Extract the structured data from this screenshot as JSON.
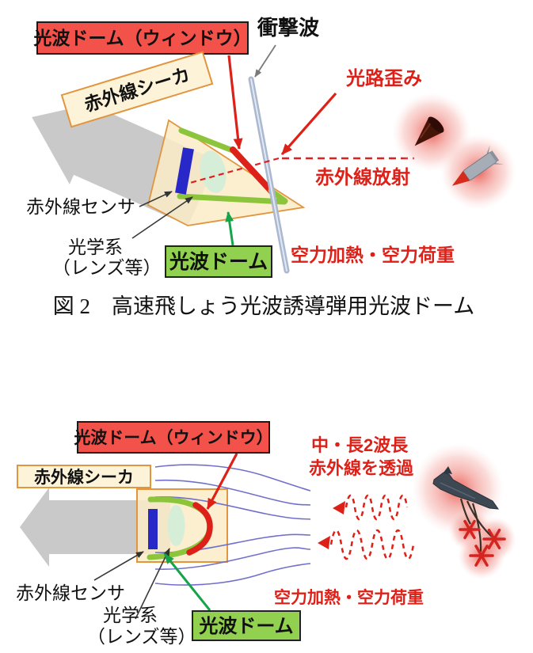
{
  "figure_top": {
    "labels": {
      "window_label": "光波ドーム（ウィンドウ）",
      "shock_wave": "衝撃波",
      "ir_seeker": "赤外線シーカ",
      "optical_path_distortion": "光路歪み",
      "ir_radiation": "赤外線放射",
      "ir_sensor": "赤外線センサ",
      "optics_line1": "光学系",
      "optics_line2": "（レンズ等）",
      "dome_label": "光波ドーム",
      "aero_heat_load": "空力加熱・空力荷重"
    },
    "caption": "図 2　高速飛しょう光波誘導弾用光波ドーム"
  },
  "figure_bottom": {
    "labels": {
      "window_label": "光波ドーム（ウィンドウ）",
      "ir_seeker": "赤外線シーカ",
      "ir_transmit_line1": "中・長2波長",
      "ir_transmit_line2": "赤外線を透過",
      "ir_sensor": "赤外線センサ",
      "optics_line1": "光学系",
      "optics_line2": "（レンズ等）",
      "dome_label": "光波ドーム",
      "aero_heat_load": "空力加熱・空力荷重"
    }
  },
  "colors": {
    "red_accent": "#dd2018",
    "red_box_fill": "#f3524a",
    "green_box_fill": "#92d050",
    "cream_fill": "#fdf3d8",
    "orange_border": "#e2953f",
    "dome_green": "#8cc43c",
    "sensor_blue": "#2828c8",
    "streamline_blue": "#7070cc",
    "body_gray": "#c9c9c9"
  }
}
